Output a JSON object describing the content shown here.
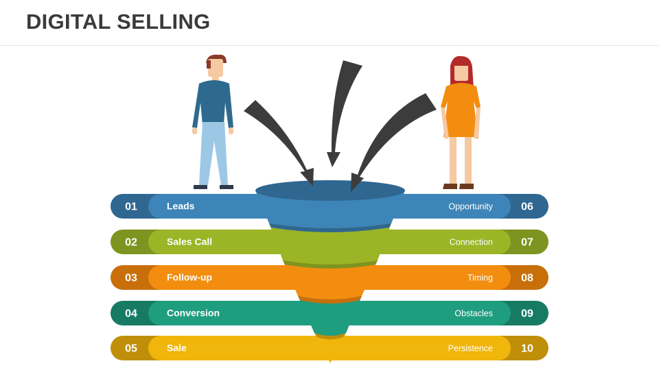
{
  "title": "DIGITAL SELLING",
  "colors": {
    "blue": "#3d85b8",
    "blue_dark": "#2f6790",
    "green": "#9bb526",
    "green_dark": "#7e9420",
    "orange": "#f28d0f",
    "orange_dark": "#c86f0a",
    "teal": "#1f9d7f",
    "teal_dark": "#177b63",
    "yellow": "#f0b60c",
    "yellow_dark": "#bf8f0a",
    "arrow": "#3c3c3c"
  },
  "rows": [
    {
      "left_num": "01",
      "left_label": "Leads",
      "right_label": "Opportunity",
      "right_num": "06",
      "color": "blue"
    },
    {
      "left_num": "02",
      "left_label": "Sales Call",
      "right_label": "Connection",
      "right_num": "07",
      "color": "green"
    },
    {
      "left_num": "03",
      "left_label": "Follow-up",
      "right_label": "Timing",
      "right_num": "08",
      "color": "orange"
    },
    {
      "left_num": "04",
      "left_label": "Conversion",
      "right_label": "Obstacles",
      "right_num": "09",
      "color": "teal"
    },
    {
      "left_num": "05",
      "left_label": "Sale",
      "right_label": "Persistence",
      "right_num": "10",
      "color": "yellow"
    }
  ],
  "icons": [
    "man-figure-icon",
    "woman-figure-icon",
    "curved-arrow-icon"
  ]
}
